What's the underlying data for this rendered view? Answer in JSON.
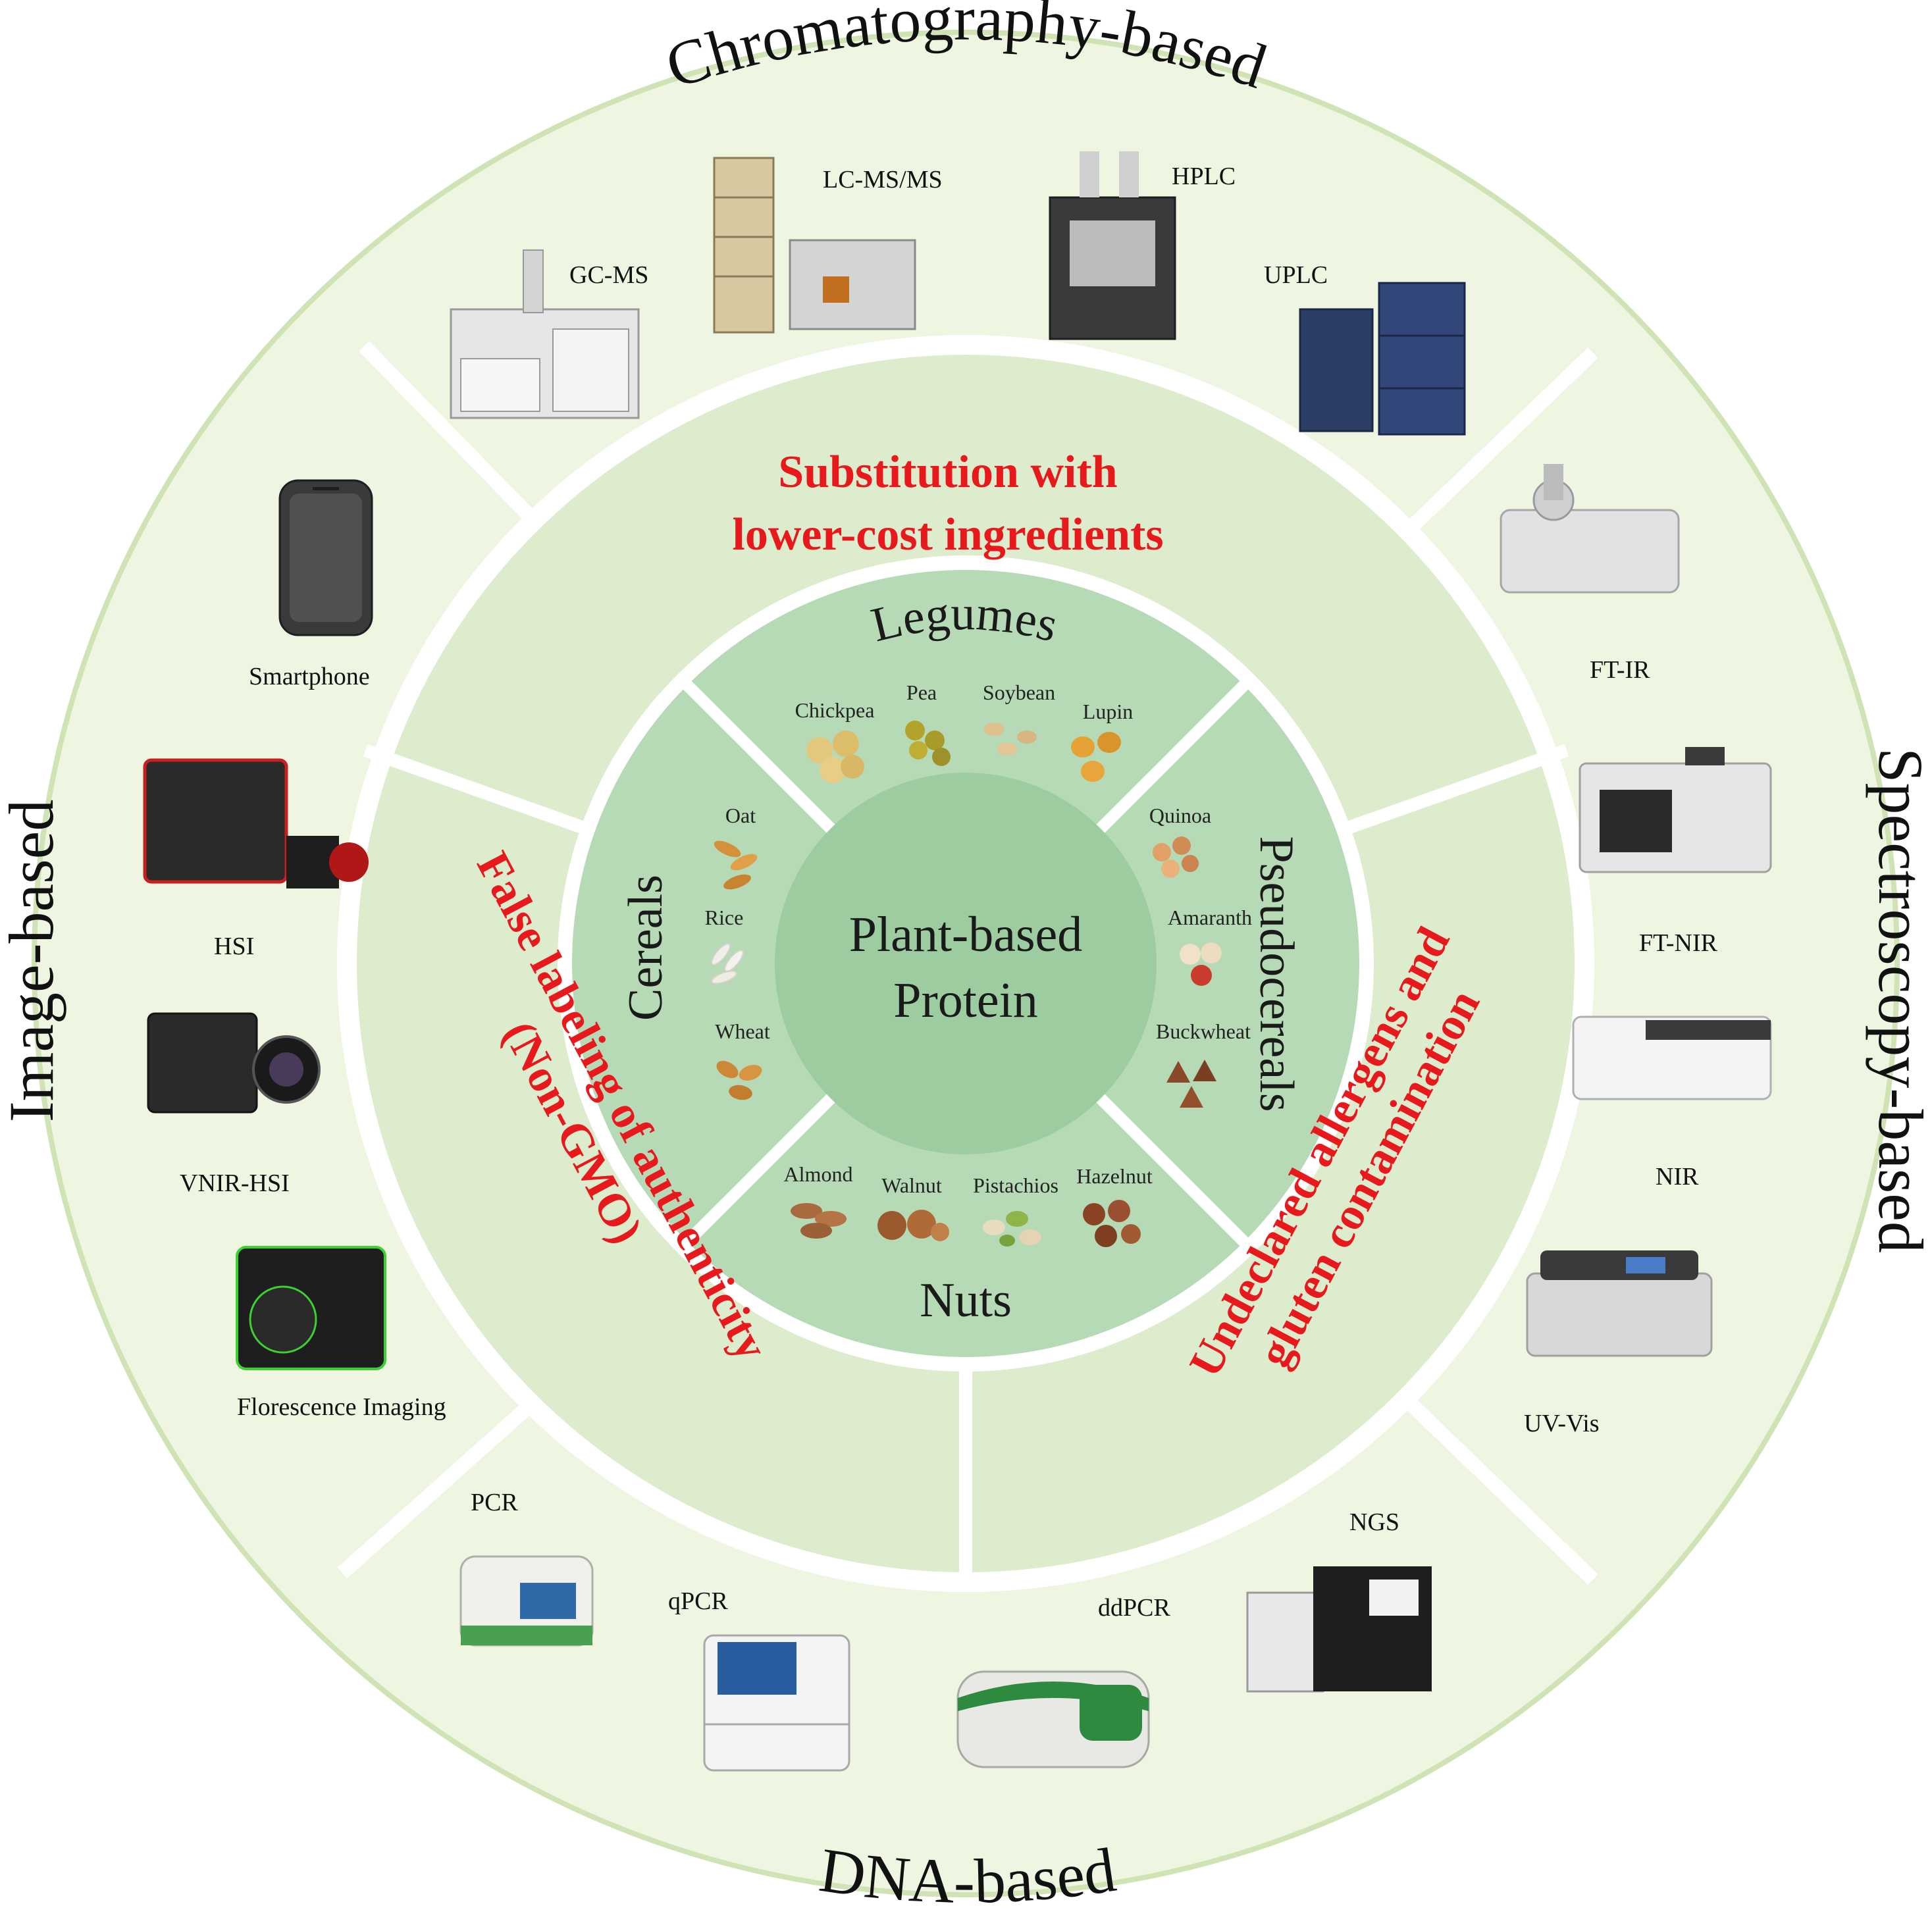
{
  "colors": {
    "outer_ring": "#eef6e2",
    "outer_border": "#cfe3b5",
    "middle_ring": "#dceccc",
    "inner_ring": "#b5dab5",
    "center": "#9ccca0",
    "separator": "#ffffff",
    "fraud_text": "#e8191c"
  },
  "center_label": {
    "line1": "Plant-based",
    "line2": "Protein"
  },
  "outer_categories": {
    "chromatography": "Chromatography-based",
    "spectroscopy": "Spectroscopy-based",
    "dna": "DNA-based",
    "image": "Image-based"
  },
  "fraud_types": {
    "substitution": {
      "line1": "Substitution with",
      "line2": "lower-cost ingredients"
    },
    "false_labeling": {
      "line1": "False labeling of authenticity",
      "line2": "(Non-GMO)"
    },
    "undeclared": {
      "line1": "Undeclared allergens and",
      "line2": "gluten contamination"
    }
  },
  "groups": {
    "legumes": {
      "title": "Legumes",
      "items": [
        "Chickpea",
        "Pea",
        "Soybean",
        "Lupin"
      ]
    },
    "pseudocereals": {
      "title": "Pseudocereals",
      "items": [
        "Quinoa",
        "Amaranth",
        "Buckwheat"
      ]
    },
    "nuts": {
      "title": "Nuts",
      "items": [
        "Almond",
        "Walnut",
        "Pistachios",
        "Hazelnut"
      ]
    },
    "cereals": {
      "title": "Cereals",
      "items": [
        "Oat",
        "Rice",
        "Wheat"
      ]
    }
  },
  "instruments": {
    "chromatography": [
      "GC-MS",
      "LC-MS/MS",
      "HPLC",
      "UPLC"
    ],
    "spectroscopy": [
      "FT-IR",
      "FT-NIR",
      "NIR",
      "UV-Vis"
    ],
    "dna": [
      "PCR",
      "qPCR",
      "ddPCR",
      "NGS"
    ],
    "image": [
      "Smartphone",
      "HSI",
      "VNIR-HSI",
      "Florescence Imaging"
    ]
  }
}
